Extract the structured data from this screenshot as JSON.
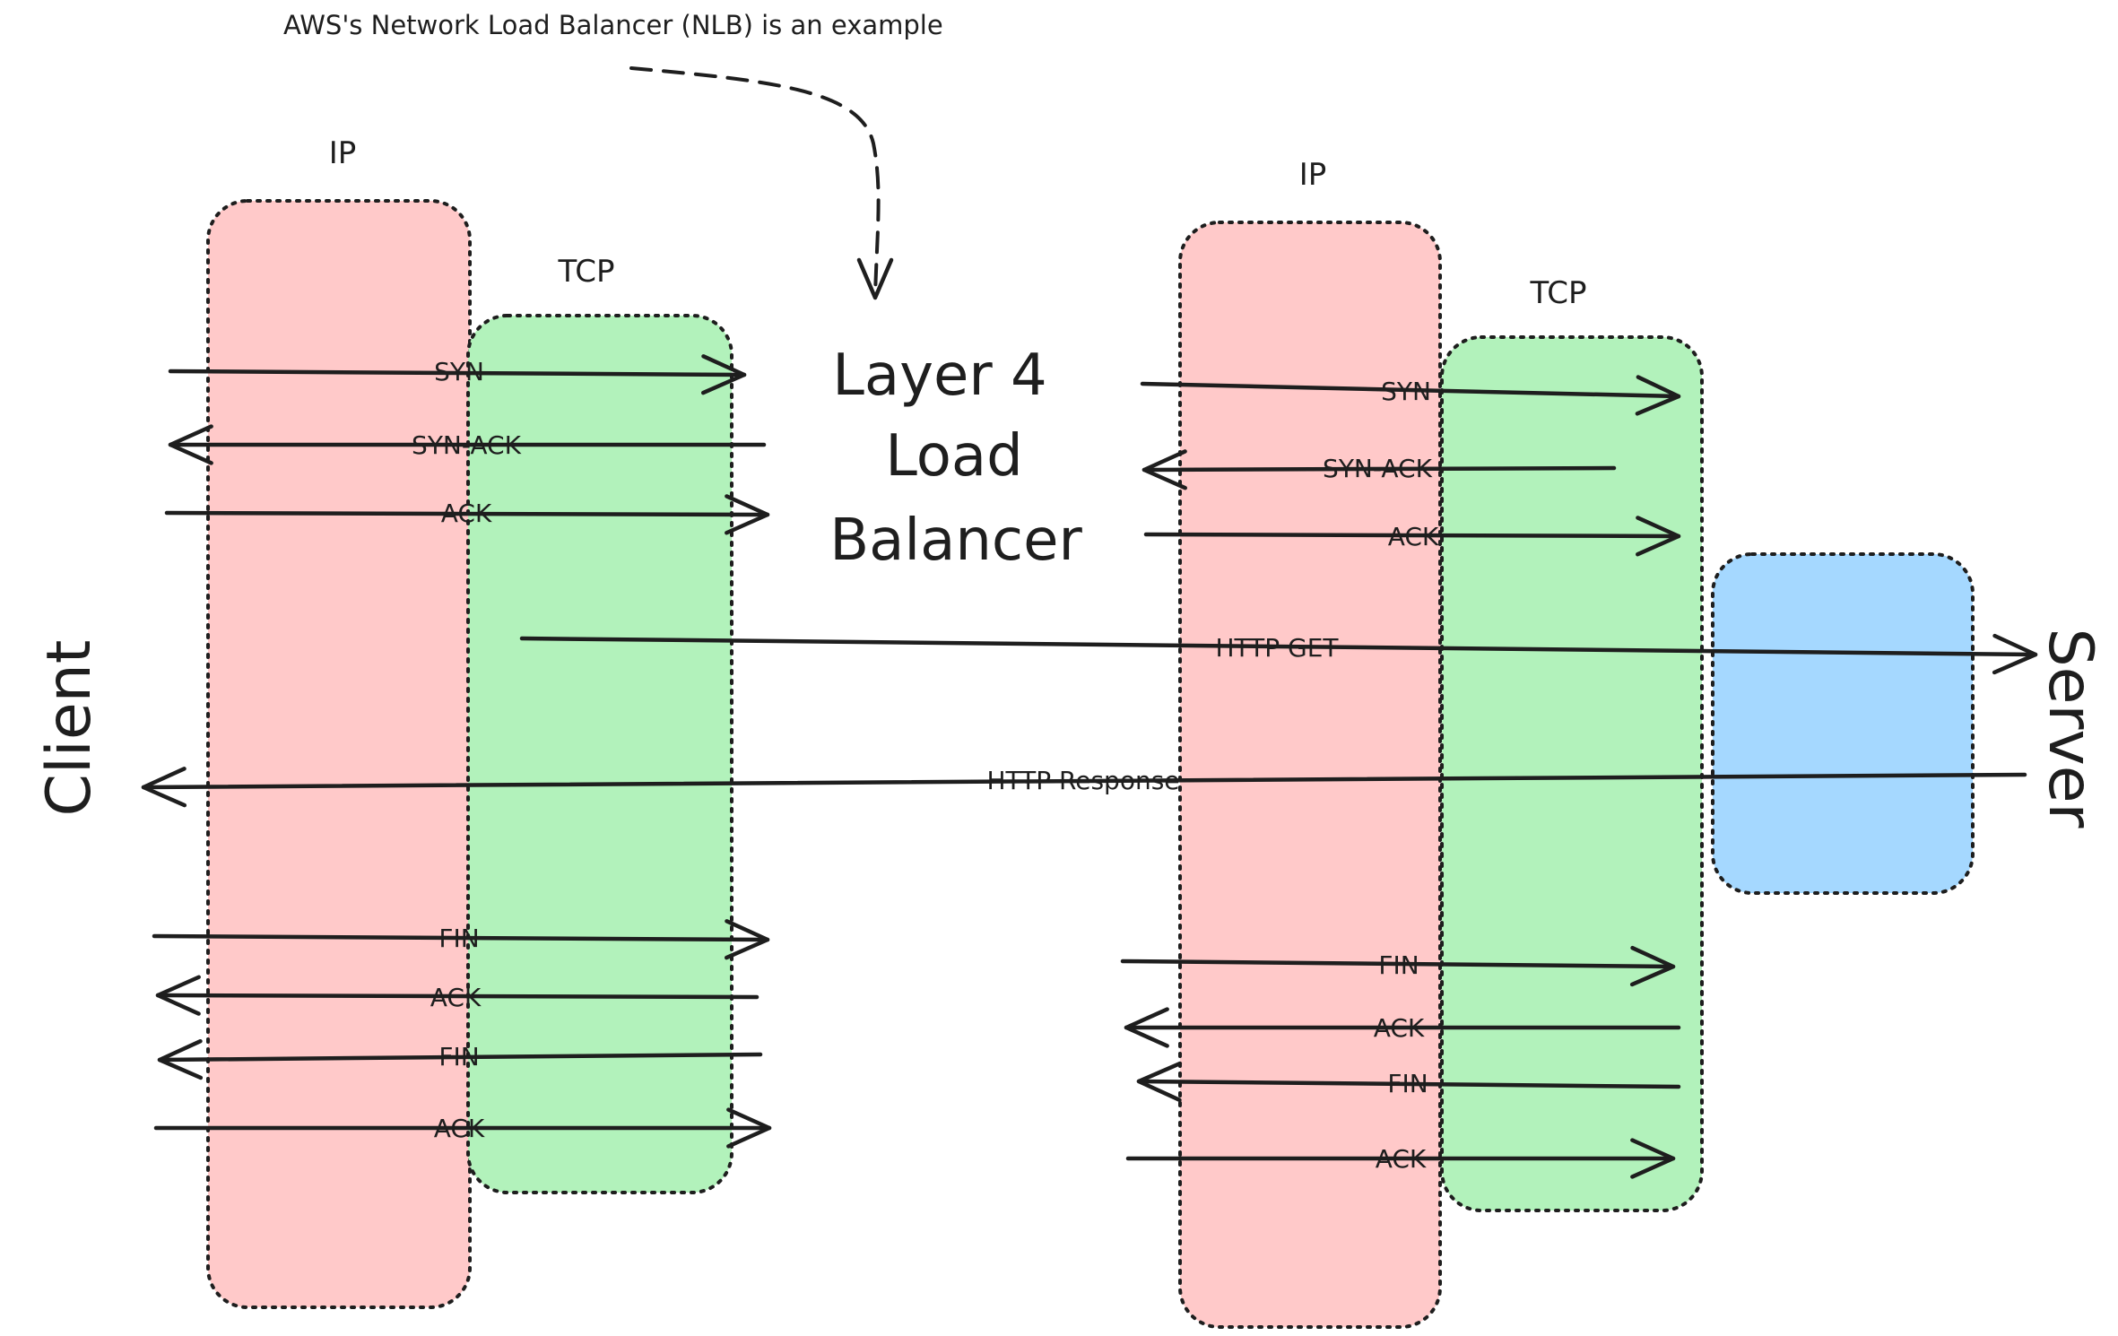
{
  "annotation": "AWS's Network Load Balancer (NLB) is an example",
  "center_title": [
    "Layer 4",
    "Load",
    "Balancer"
  ],
  "client_label": "Client",
  "server_label": "Server",
  "colors": {
    "ip": "#ffc9c9",
    "tcp": "#b2f2bb",
    "app": "#a5d8ff",
    "ink": "#1e1e1e"
  },
  "left_stack": {
    "ip_label": "IP",
    "tcp_label": "TCP",
    "handshake": [
      "SYN",
      "SYN-ACK",
      "ACK"
    ],
    "teardown": [
      "FIN",
      "ACK",
      "FIN",
      "ACK"
    ]
  },
  "right_stack": {
    "ip_label": "IP",
    "tcp_label": "TCP",
    "handshake": [
      "SYN",
      "SYN-ACK",
      "ACK"
    ],
    "teardown": [
      "FIN",
      "ACK",
      "FIN",
      "ACK"
    ]
  },
  "http": {
    "request": "HTTP GET",
    "response": "HTTP Response"
  }
}
